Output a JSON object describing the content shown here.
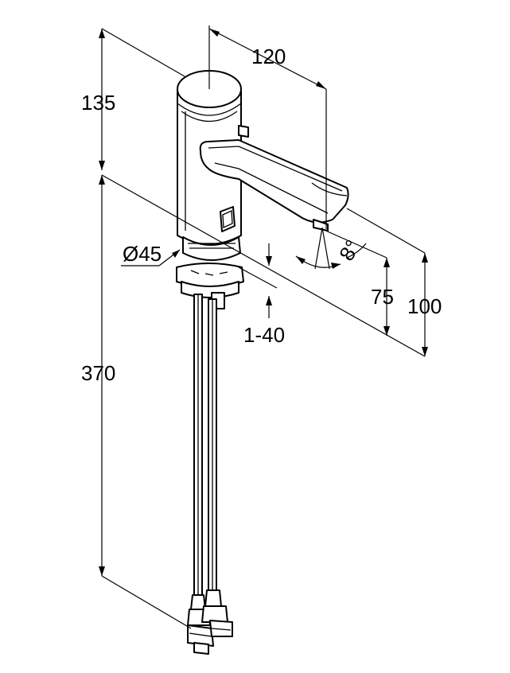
{
  "dimensions": {
    "height_top": "135",
    "height_pipe": "370",
    "spout_reach": "120",
    "spout_clearance": "75",
    "spout_height": "100",
    "spout_angle": "8°",
    "base_diameter": "Ø45",
    "deck_thickness": "1-40"
  }
}
